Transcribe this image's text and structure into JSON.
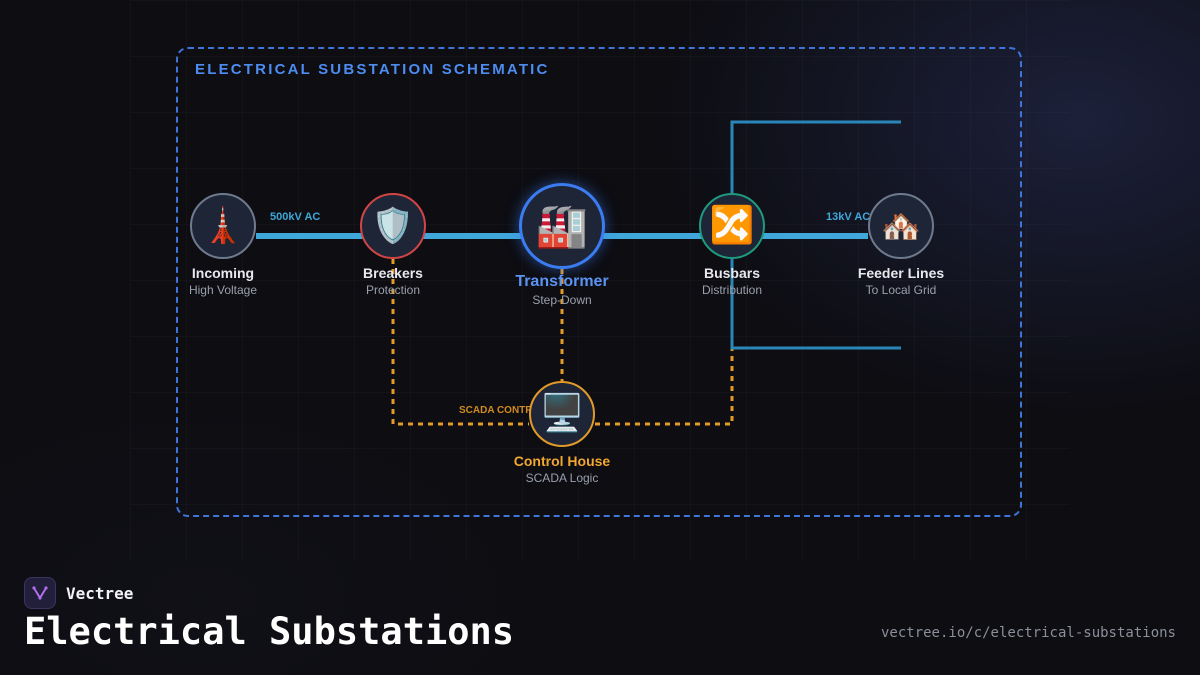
{
  "diagram": {
    "title": "ELECTRICAL SUBSTATION SCHEMATIC",
    "nodes": [
      {
        "id": "incoming",
        "title": "Incoming",
        "subtitle": "High Voltage",
        "icon": "transmission-tower-icon",
        "glyph": "🗼",
        "accent": "#6f7a8e"
      },
      {
        "id": "breakers",
        "title": "Breakers",
        "subtitle": "Protection",
        "icon": "shield-icon",
        "glyph": "🛡️",
        "accent": "#d04545"
      },
      {
        "id": "transformer",
        "title": "Transformer",
        "subtitle": "Step-Down",
        "icon": "factory-icon",
        "glyph": "🏭",
        "accent": "#3b7cf0"
      },
      {
        "id": "busbars",
        "title": "Busbars",
        "subtitle": "Distribution",
        "icon": "shuffle-icon",
        "glyph": "🔀",
        "accent": "#1e9a7c"
      },
      {
        "id": "feeder",
        "title": "Feeder Lines",
        "subtitle": "To Local Grid",
        "icon": "houses-icon",
        "glyph": "🏘️",
        "accent": "#6f7a8e"
      },
      {
        "id": "control",
        "title": "Control House",
        "subtitle": "SCADA Logic",
        "icon": "desktop-computer-icon",
        "glyph": "🖥️",
        "accent": "#e29a28"
      }
    ],
    "wire_labels": {
      "incoming_voltage": "500kV AC",
      "feeder_voltage": "13kV AC",
      "control_signals": "SCADA CONTROL SIGNALS"
    },
    "colors": {
      "power_line": "#3fa7da",
      "control_line": "#e29a28",
      "frame": "#3f74d8"
    }
  },
  "footer": {
    "brand": "Vectree",
    "headline": "Electrical Substations",
    "url": "vectree.io/c/electrical-substations"
  }
}
